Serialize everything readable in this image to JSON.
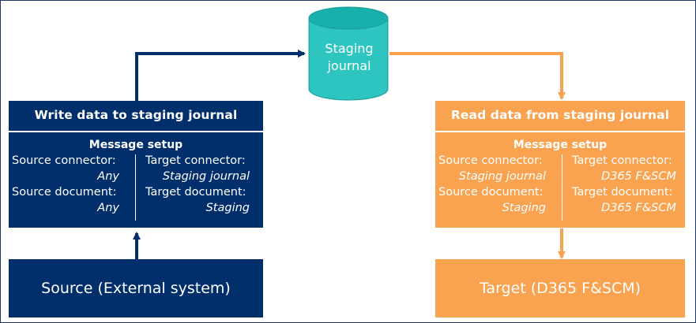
{
  "staging": {
    "line1": "Staging",
    "line2": "journal"
  },
  "write_box": {
    "title": "Write data to staging journal",
    "setup_title": "Message setup",
    "left": [
      {
        "label": "Source connector:",
        "value": "Any"
      },
      {
        "label": "Source document:",
        "value": "Any"
      }
    ],
    "right": [
      {
        "label": "Target connector:",
        "value": "Staging journal"
      },
      {
        "label": "Target document:",
        "value": "Staging"
      }
    ]
  },
  "read_box": {
    "title": "Read data from staging journal",
    "setup_title": "Message setup",
    "left": [
      {
        "label": "Source connector:",
        "value": "Staging journal"
      },
      {
        "label": "Source document:",
        "value": "Staging"
      }
    ],
    "right": [
      {
        "label": "Target connector:",
        "value": "D365 F&SCM"
      },
      {
        "label": "Target document:",
        "value": "D365 F&SCM"
      }
    ]
  },
  "source_box": {
    "label": "Source (External system)"
  },
  "target_box": {
    "label": "Target (D365 F&SCM)"
  },
  "colors": {
    "blue": "#002f6c",
    "orange": "#f9a24f",
    "teal": "#2ec4c0",
    "teal_dark": "#14a8a4"
  }
}
